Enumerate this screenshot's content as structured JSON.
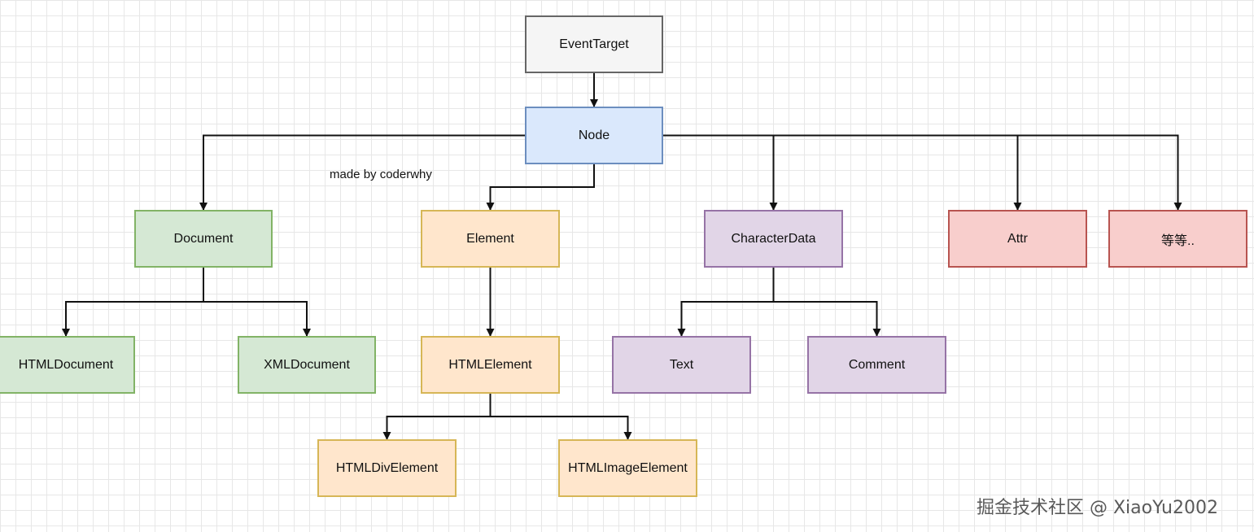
{
  "diagram": {
    "nodes": [
      {
        "id": "eventtarget",
        "label": "EventTarget"
      },
      {
        "id": "node",
        "label": "Node"
      },
      {
        "id": "document",
        "label": "Document"
      },
      {
        "id": "element",
        "label": "Element"
      },
      {
        "id": "chardata",
        "label": "CharacterData"
      },
      {
        "id": "attr",
        "label": "Attr"
      },
      {
        "id": "etc",
        "label": "等等.."
      },
      {
        "id": "htmldoc",
        "label": "HTMLDocument"
      },
      {
        "id": "xmldoc",
        "label": "XMLDocument"
      },
      {
        "id": "htmlelement",
        "label": "HTMLElement"
      },
      {
        "id": "text",
        "label": "Text"
      },
      {
        "id": "comment",
        "label": "Comment"
      },
      {
        "id": "div",
        "label": "HTMLDivElement"
      },
      {
        "id": "image",
        "label": "HTMLImageElement"
      }
    ],
    "edges": [
      {
        "from": "eventtarget",
        "to": "node"
      },
      {
        "from": "node",
        "to": "document"
      },
      {
        "from": "node",
        "to": "element"
      },
      {
        "from": "node",
        "to": "chardata"
      },
      {
        "from": "node",
        "to": "attr"
      },
      {
        "from": "node",
        "to": "etc"
      },
      {
        "from": "document",
        "to": "htmldoc"
      },
      {
        "from": "document",
        "to": "xmldoc"
      },
      {
        "from": "element",
        "to": "htmlelement"
      },
      {
        "from": "chardata",
        "to": "text"
      },
      {
        "from": "chardata",
        "to": "comment"
      },
      {
        "from": "htmlelement",
        "to": "div"
      },
      {
        "from": "htmlelement",
        "to": "image"
      }
    ],
    "colors": {
      "gray_fill": "#f5f5f5",
      "gray_stroke": "#666666",
      "blue_fill": "#dae8fc",
      "blue_stroke": "#6c8ebf",
      "green_fill": "#d5e8d4",
      "green_stroke": "#82b366",
      "orange_fill": "#ffe6cc",
      "orange_stroke": "#d6b656",
      "purple_fill": "#e1d5e7",
      "purple_stroke": "#9673a6",
      "red_fill": "#f8cecc",
      "red_stroke": "#b85450",
      "edge": "#111111"
    }
  },
  "annotation": "made by coderwhy",
  "watermark": "掘金技术社区 @ XiaoYu2002"
}
